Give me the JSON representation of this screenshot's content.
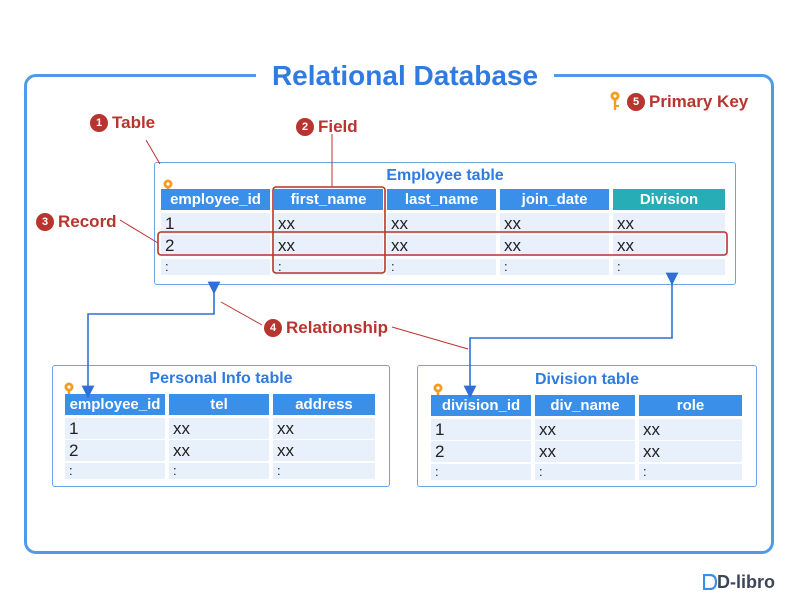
{
  "title": "Relational Database",
  "callouts": {
    "table": {
      "num": "1",
      "label": "Table"
    },
    "field": {
      "num": "2",
      "label": "Field"
    },
    "record": {
      "num": "3",
      "label": "Record"
    },
    "relationship": {
      "num": "4",
      "label": "Relationship"
    },
    "primary_key": {
      "num": "5",
      "label": "Primary Key"
    }
  },
  "employee_table": {
    "title": "Employee table",
    "headers": [
      "employee_id",
      "first_name",
      "last_name",
      "join_date",
      "Division"
    ],
    "rows": [
      [
        "1",
        "xx",
        "xx",
        "xx",
        "xx"
      ],
      [
        "2",
        "xx",
        "xx",
        "xx",
        "xx"
      ],
      [
        ":",
        ":",
        ":",
        ":",
        ":"
      ]
    ]
  },
  "personal_table": {
    "title": "Personal Info table",
    "headers": [
      "employee_id",
      "tel",
      "address"
    ],
    "rows": [
      [
        "1",
        "xx",
        "xx"
      ],
      [
        "2",
        "xx",
        "xx"
      ],
      [
        ":",
        ":",
        ":"
      ]
    ]
  },
  "division_table": {
    "title": "Division table",
    "headers": [
      "division_id",
      "div_name",
      "role"
    ],
    "rows": [
      [
        "1",
        "xx",
        "xx"
      ],
      [
        "2",
        "xx",
        "xx"
      ],
      [
        ":",
        ":",
        ":"
      ]
    ]
  },
  "logo": "D-libro",
  "colors": {
    "accent_blue": "#3a8fe8",
    "title_blue": "#2f7be0",
    "callout_red": "#b8342f",
    "teal_header": "#26adb5",
    "row_fill": "#e7f0fb",
    "key_orange": "#f39c1f"
  },
  "icons": [
    "key-icon",
    "d-libro-logo"
  ]
}
